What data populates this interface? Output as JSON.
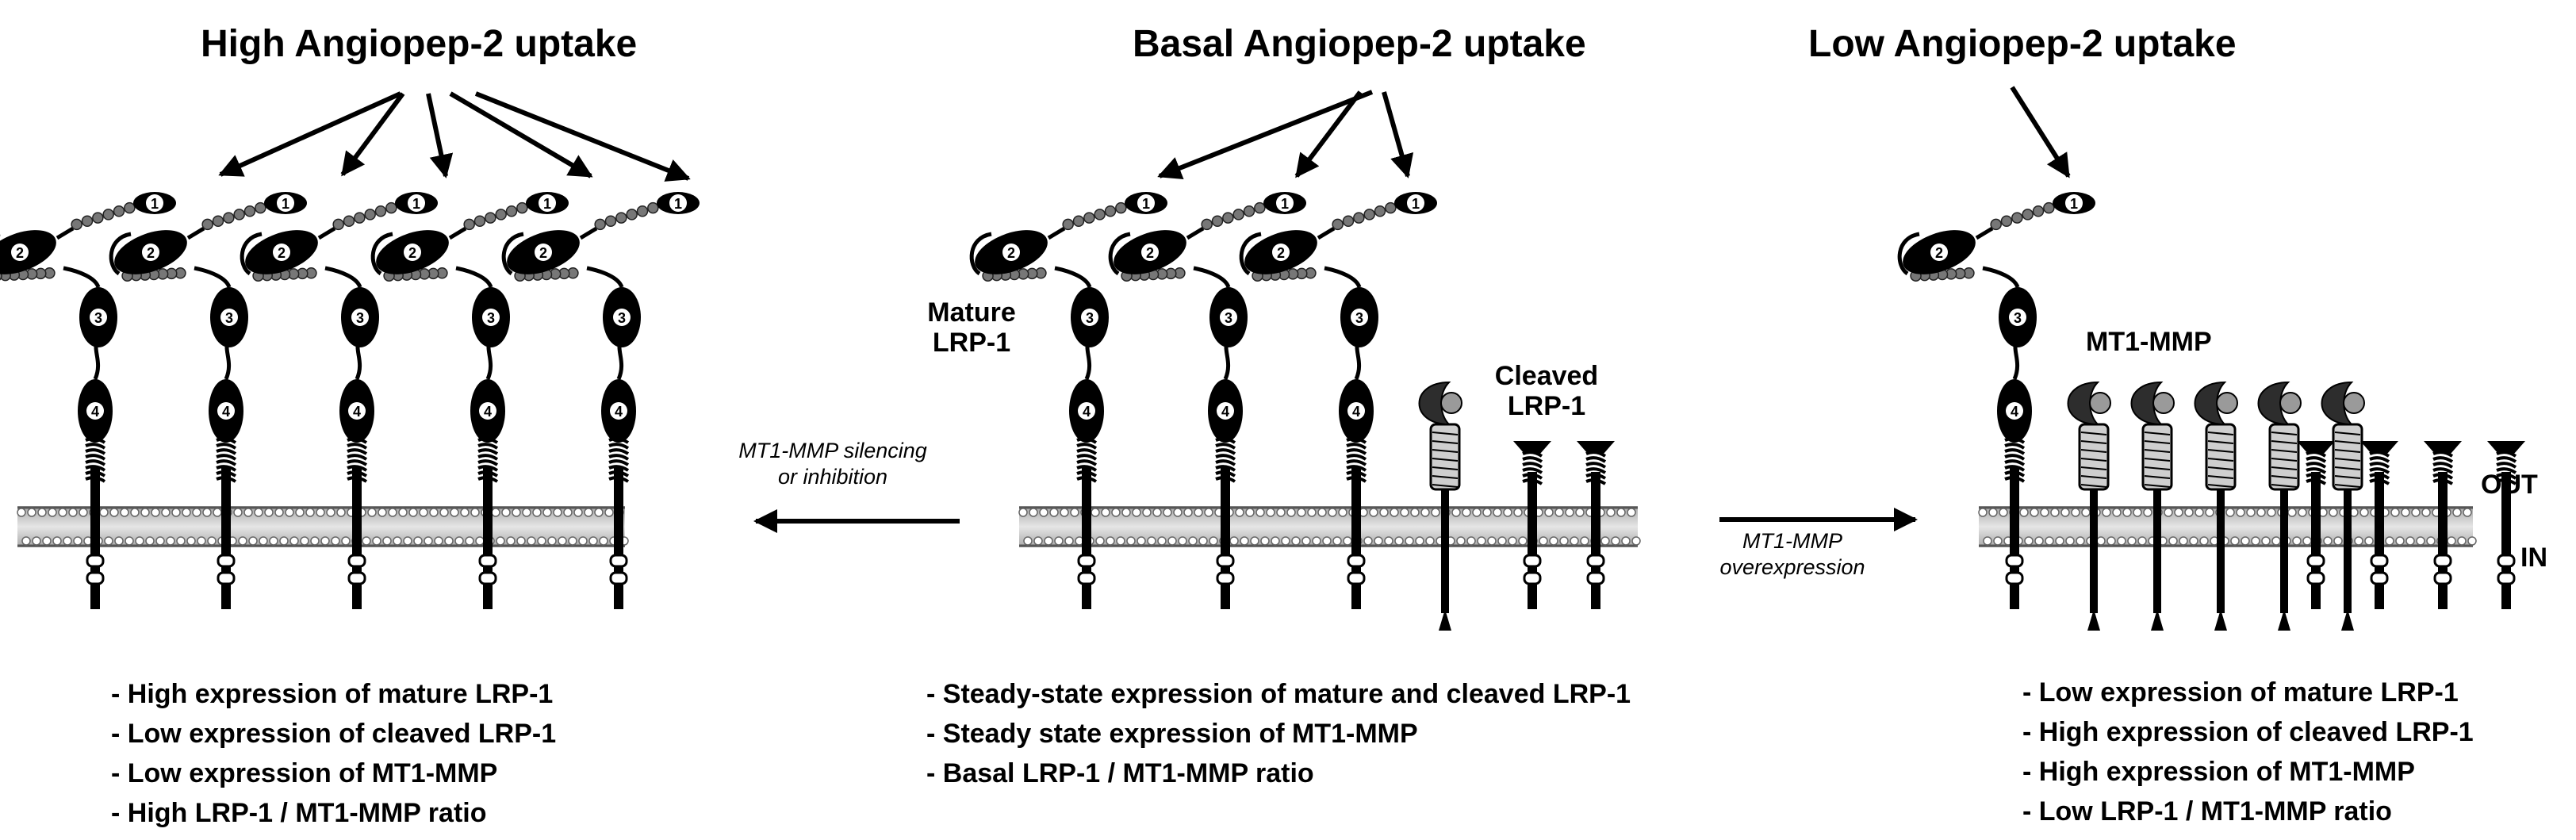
{
  "titles": {
    "high": "High Angiopep-2 uptake",
    "basal": "Basal Angiopep-2 uptake",
    "low": "Low Angiopep-2 uptake"
  },
  "labels": {
    "mature_lrp1": [
      "Mature",
      "LRP-1"
    ],
    "cleaved_lrp1": [
      "Cleaved",
      "LRP-1"
    ],
    "mt1_mmp": "MT1-MMP",
    "out": "OUT",
    "in": "IN"
  },
  "arrows": {
    "left": [
      "MT1-MMP silencing",
      "or inhibition"
    ],
    "right": [
      "MT1-MMP",
      "overexpression"
    ]
  },
  "domain_numbers": [
    "1",
    "2",
    "3",
    "4"
  ],
  "lists": {
    "high": [
      "- High expression of mature LRP-1",
      "- Low expression of cleaved LRP-1",
      "- Low expression of MT1-MMP",
      "- High LRP-1 / MT1-MMP ratio"
    ],
    "basal": [
      "- Steady-state expression of mature and cleaved LRP-1",
      "- Steady state expression of MT1-MMP",
      "- Basal LRP-1 / MT1-MMP ratio"
    ],
    "low": [
      "- Low expression of mature LRP-1",
      "- High expression of cleaved LRP-1",
      "- High expression of MT1-MMP",
      "- Low LRP-1 / MT1-MMP ratio"
    ]
  }
}
